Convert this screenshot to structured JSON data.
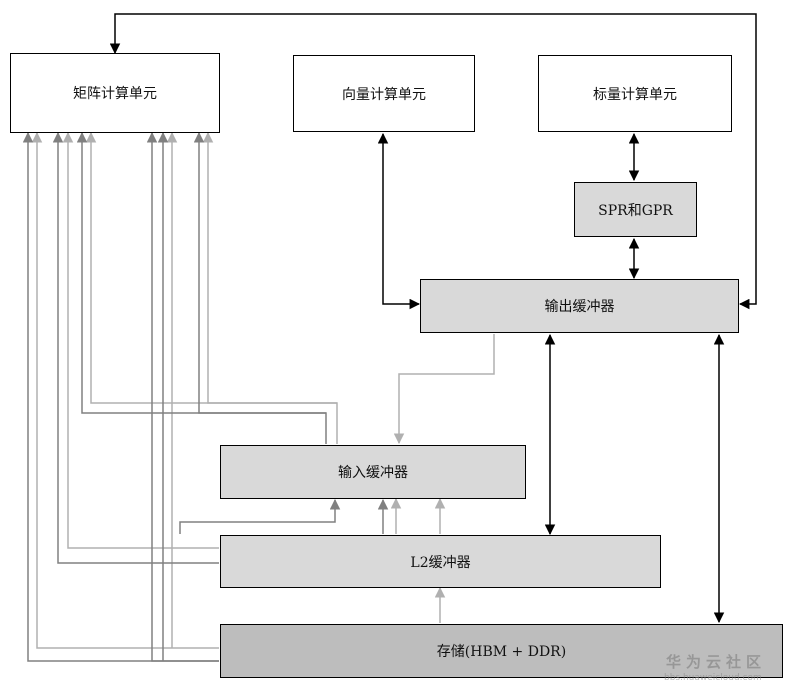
{
  "blocks": {
    "matrix_unit": "矩阵计算单元",
    "vector_unit": "向量计算单元",
    "scalar_unit": "标量计算单元",
    "spr_gpr": "SPR和GPR",
    "output_buffer": "输出缓冲器",
    "input_buffer": "输入缓冲器",
    "l2_buffer": "L2缓冲器",
    "storage": "存储(HBM + DDR)"
  },
  "watermark": {
    "title": "华为云社区",
    "url": "bbs.huaweicloud.com"
  },
  "colors": {
    "dark_arrow": "#000000",
    "mid_gray_line": "#808080",
    "light_gray_line": "#b0b0b0",
    "block_fill": "#d9d9d9",
    "storage_fill": "#bdbdbd"
  }
}
